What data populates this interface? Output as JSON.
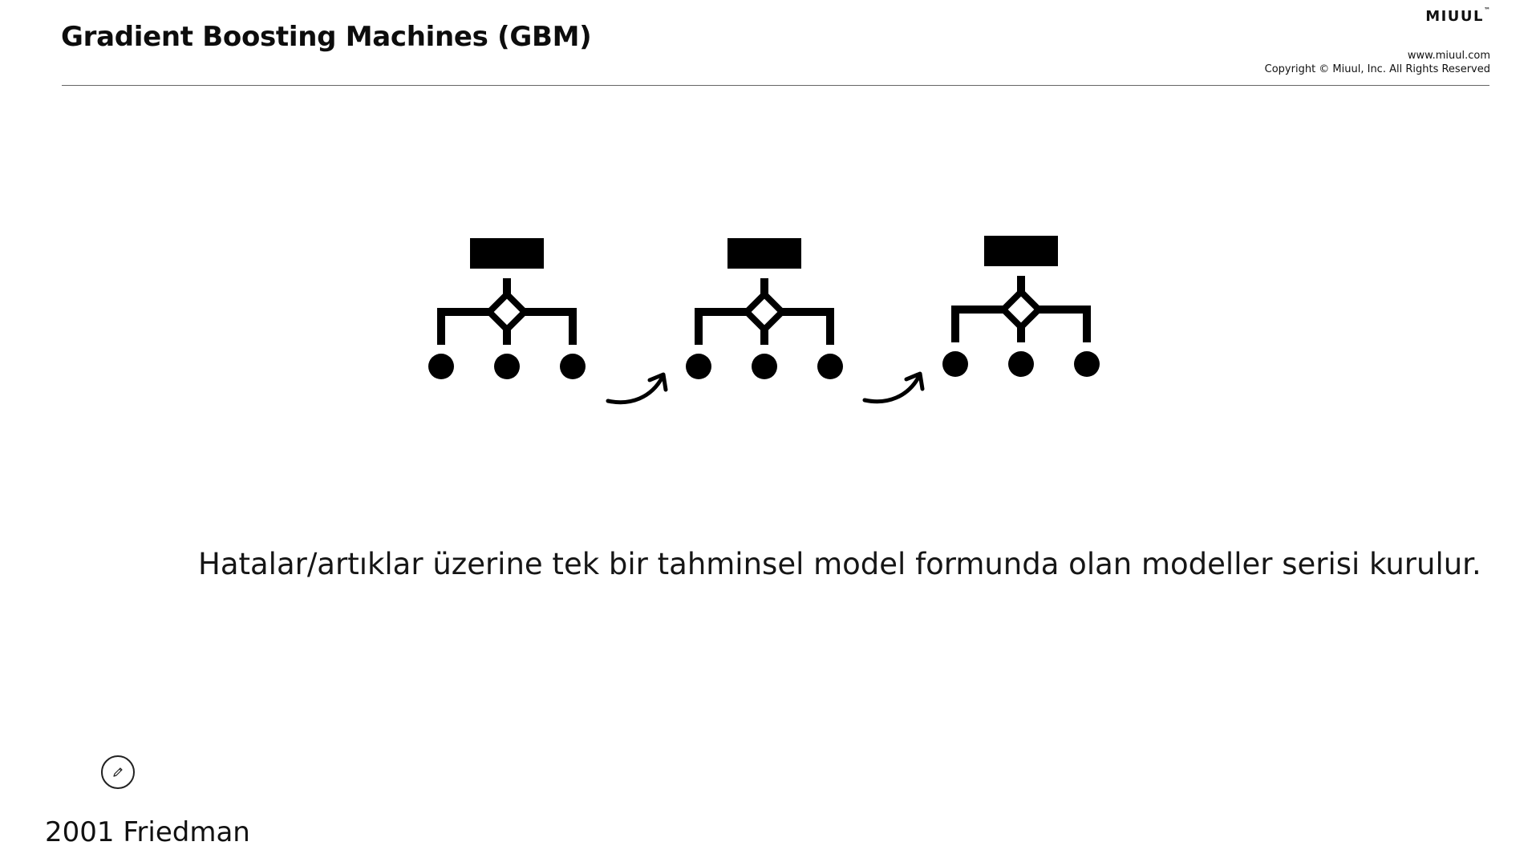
{
  "header": {
    "title": "Gradient Boosting Machines (GBM)",
    "brand": "MIUUL",
    "brand_mark": "™",
    "website": "www.miuul.com",
    "copyright": "Copyright © Miuul, Inc. All Rights Reserved"
  },
  "diagram": {
    "tree_count": 3,
    "icons": [
      "decision-tree-icon",
      "curved-arrow-icon"
    ]
  },
  "caption": "Hatalar/artıklar üzerine tek bir tahminsel model formunda olan modeller serisi kurulur.",
  "footer": {
    "reference": "2001 Friedman",
    "edit_icon": "pencil-icon"
  },
  "colors": {
    "background": "#ffffff",
    "foreground": "#000000",
    "rule": "#666666"
  }
}
